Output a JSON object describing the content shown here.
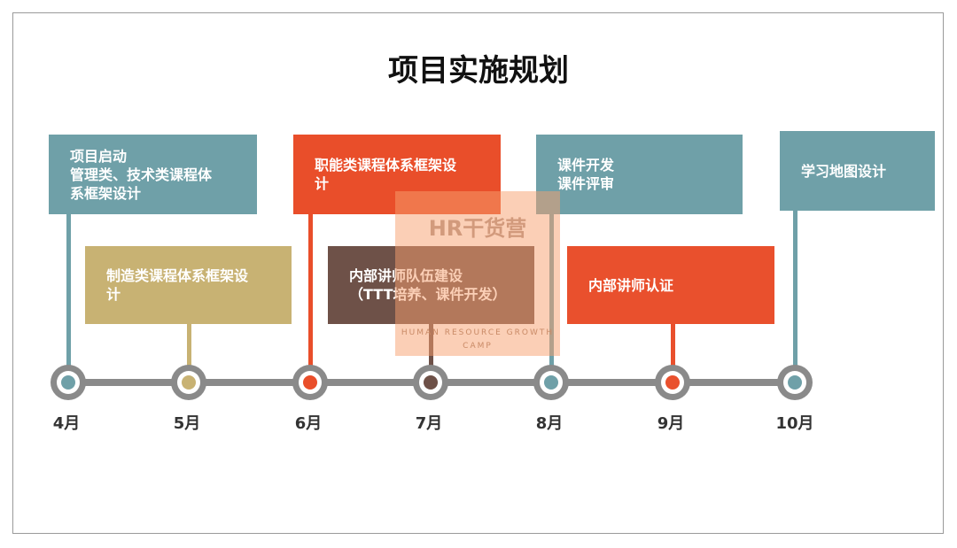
{
  "title": "项目实施规划",
  "colors": {
    "teal": "#6fa0a8",
    "tan": "#c8b273",
    "red": "#e94e2a",
    "brown": "#6e5148",
    "orange": "#e9502d",
    "axis": "#8a8a8a"
  },
  "months": [
    "4月",
    "5月",
    "6月",
    "7月",
    "8月",
    "9月",
    "10月"
  ],
  "milestones": [
    {
      "month": "4月",
      "lines": [
        "项目启动",
        "管理类、技术类课程体",
        "系框架设计"
      ],
      "color": "#6fa0a8"
    },
    {
      "month": "5月",
      "lines": [
        "制造类课程体系框架设",
        "计"
      ],
      "color": "#c8b273"
    },
    {
      "month": "6月",
      "lines": [
        "职能类课程体系框架设",
        "计"
      ],
      "color": "#e94e2a"
    },
    {
      "month": "7月",
      "lines": [
        "内部讲师队伍建设",
        "（TTT培养、课件开发）"
      ],
      "color": "#6e5148"
    },
    {
      "month": "8月",
      "lines": [
        "课件开发",
        "课件评审"
      ],
      "color": "#6fa0a8"
    },
    {
      "month": "9月",
      "lines": [
        "内部讲师认证"
      ],
      "color": "#e9502d"
    },
    {
      "month": "10月",
      "lines": [
        "学习地图设计"
      ],
      "color": "#6fa0a8"
    }
  ],
  "watermark": {
    "name": "HR干货营",
    "tagline": "HUMAN RESOURCE GROWTH CAMP"
  }
}
